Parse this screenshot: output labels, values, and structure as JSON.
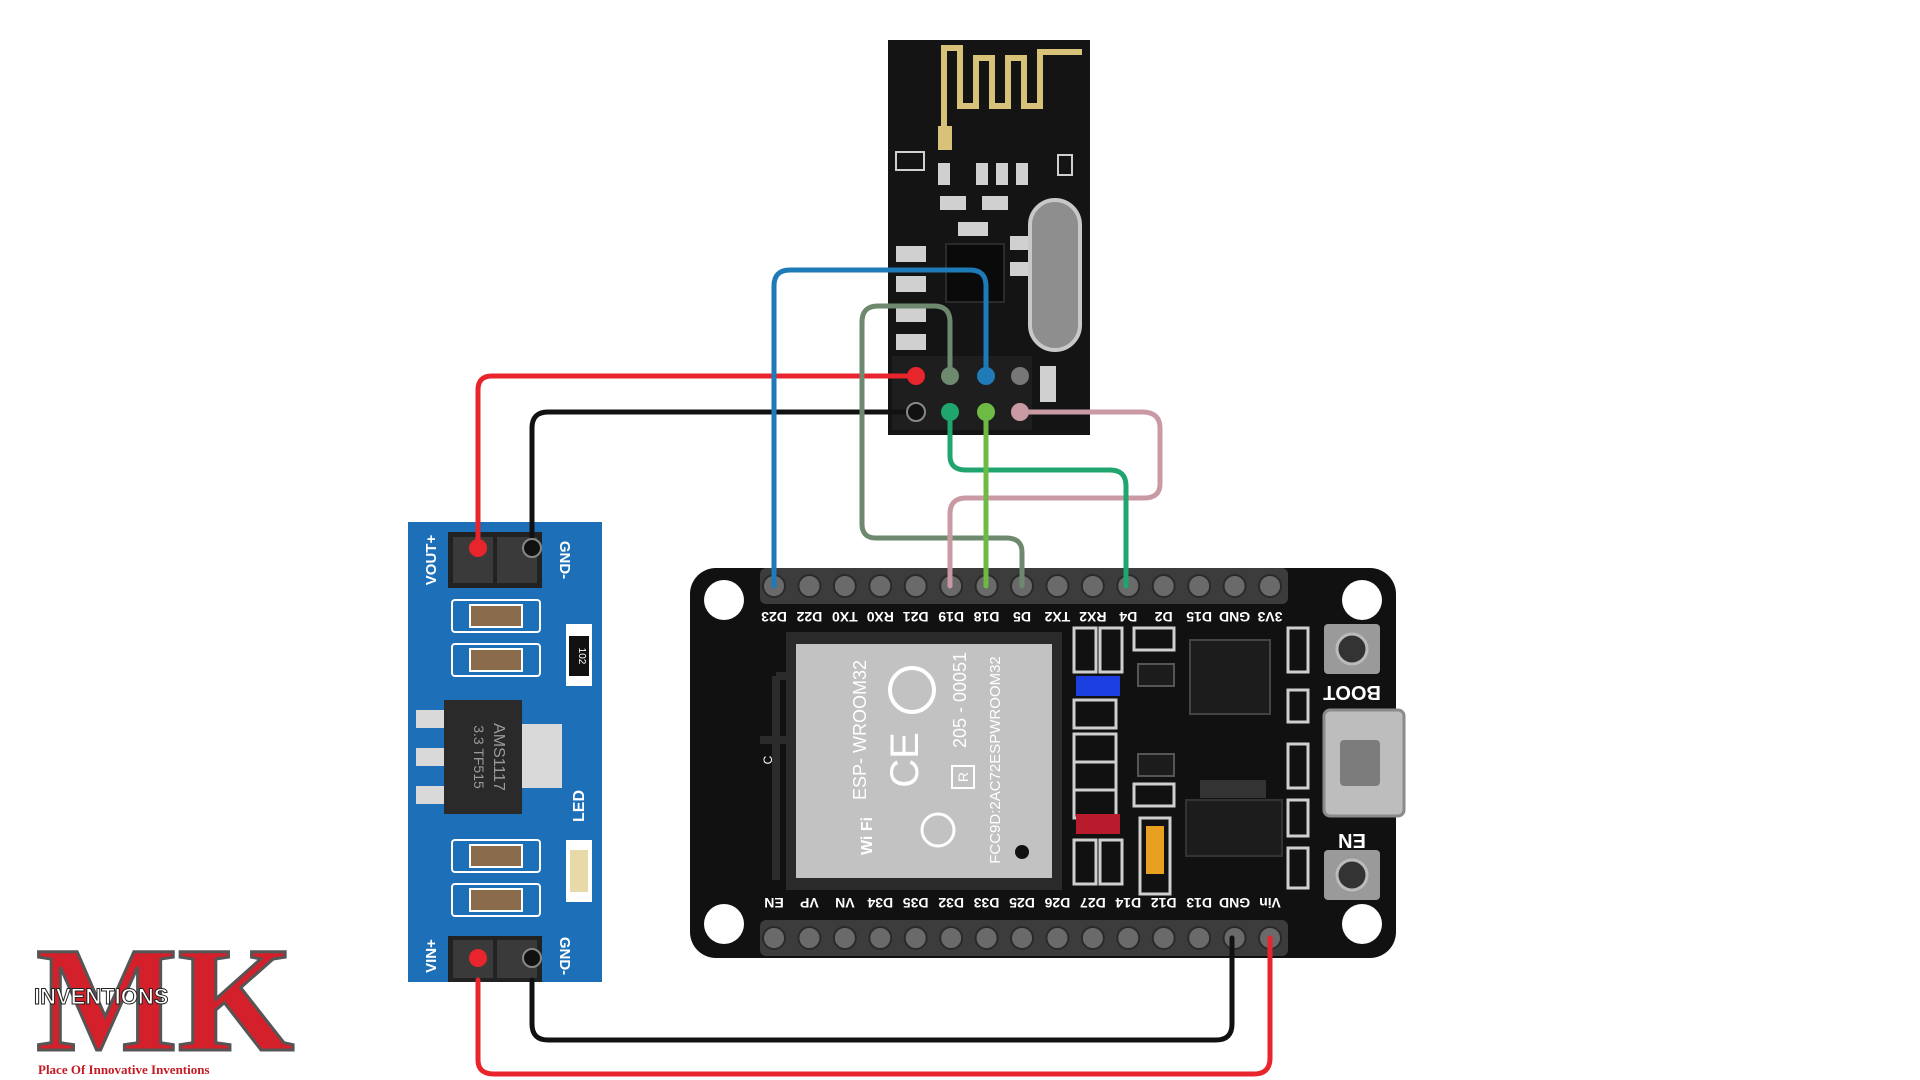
{
  "regulator": {
    "top_labels": [
      "VOUT+",
      "GND-"
    ],
    "bottom_labels": [
      "VIN+",
      "GND-"
    ],
    "chip_line1": "AMS1117",
    "chip_line2": "3.3 TF515",
    "led_label": "LED",
    "resistor_code": "102",
    "board_color": "#1d6fb8"
  },
  "nrf_module": {
    "board_color": "#141414",
    "antenna_color": "#d8c27a"
  },
  "esp32": {
    "top_pins": [
      "3V3",
      "GND",
      "D15",
      "D2",
      "D4",
      "RX2",
      "TX2",
      "D5",
      "D18",
      "D19",
      "D21",
      "RX0",
      "TX0",
      "D22",
      "D23"
    ],
    "bottom_pins": [
      "EN",
      "VP",
      "VN",
      "D34",
      "D35",
      "D32",
      "D33",
      "D25",
      "D26",
      "D27",
      "D14",
      "D12",
      "D13",
      "GND",
      "Vin"
    ],
    "boot_label": "BOOT",
    "en_label": "EN",
    "module_name": "ESP- WROOM32",
    "module_code": "205 - 00051",
    "module_fcc": "FCC9D:2AC72ESPWROOM32",
    "ce_mark": "CE",
    "wifi_mark": "Wi Fi",
    "r_mark": "R",
    "c_mark": "C"
  },
  "wire_colors": {
    "red": "#e8242c",
    "black": "#111111",
    "blue": "#1f7ab8",
    "gray_green": "#6e8a6e",
    "light_green": "#6dbb45",
    "teal_green": "#1fa56d",
    "pink": "#c99aa4"
  },
  "logo": {
    "letters": "MK",
    "name": "INVENTIONS",
    "tagline": "Place Of Innovative Inventions"
  }
}
